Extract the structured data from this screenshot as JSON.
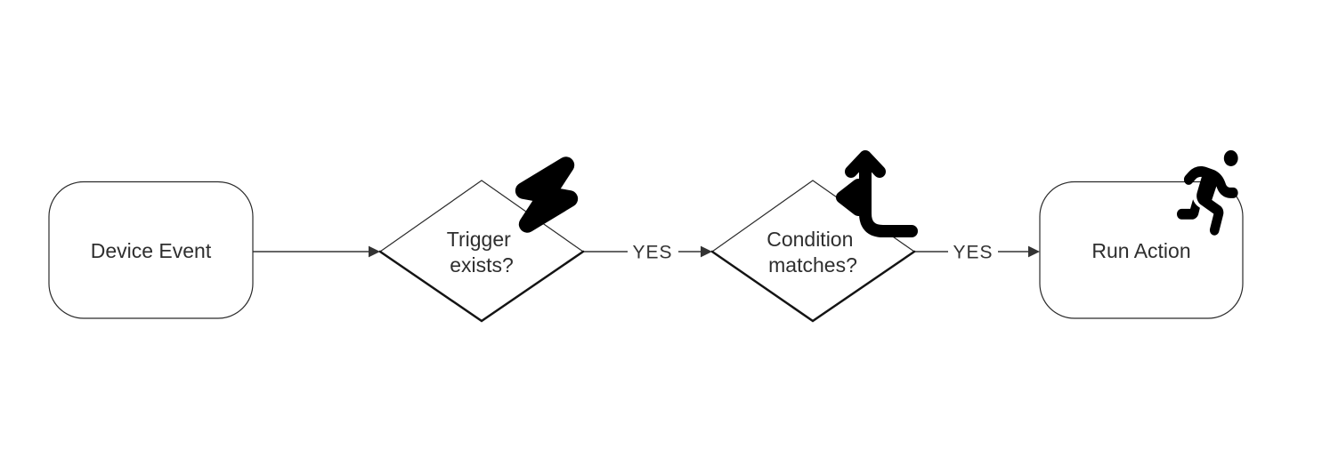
{
  "diagram": {
    "type": "flowchart",
    "orientation": "left-to-right",
    "colors": {
      "background": "#ffffff",
      "node_fill": "#ffffff",
      "node_border": "#2b2b2b",
      "edge_line": "#333333",
      "text": "#2e2e2e",
      "icon": "#000000"
    },
    "nodes": [
      {
        "id": "device-event",
        "shape": "rounded-rectangle",
        "label": "Device Event",
        "icon": null
      },
      {
        "id": "trigger-exists",
        "shape": "diamond",
        "label": "Trigger exists?",
        "label_lines": [
          "Trigger",
          "exists?"
        ],
        "icon": "lightning-bolt-icon"
      },
      {
        "id": "condition-matches",
        "shape": "diamond",
        "label": "Condition matches?",
        "label_lines": [
          "Condition",
          "matches?"
        ],
        "icon": "arrows-split-up-left-icon"
      },
      {
        "id": "run-action",
        "shape": "rounded-rectangle",
        "label": "Run Action",
        "icon": "person-running-icon"
      }
    ],
    "edges": [
      {
        "from": "device-event",
        "to": "trigger-exists",
        "label": ""
      },
      {
        "from": "trigger-exists",
        "to": "condition-matches",
        "label": "YES"
      },
      {
        "from": "condition-matches",
        "to": "run-action",
        "label": "YES"
      }
    ]
  }
}
